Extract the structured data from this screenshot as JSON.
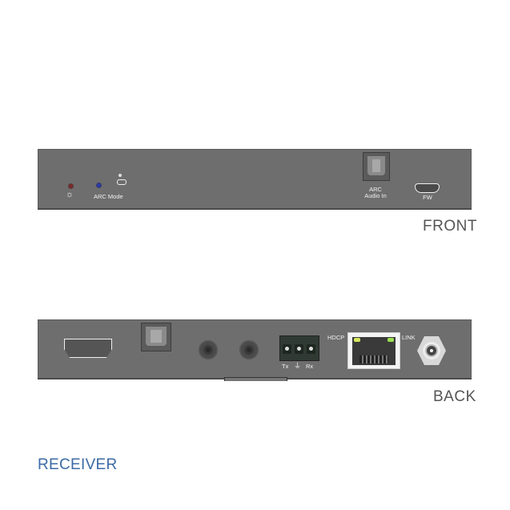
{
  "front": {
    "view_label": "FRONT",
    "power_led": {
      "icon": "sun-icon",
      "symbol": "☼",
      "color": "#7a2a2a"
    },
    "arc_mode": {
      "label": "ARC Mode",
      "led_color": "#2a3aa8",
      "button_icon": "button-icon"
    },
    "optical_port": {
      "label_line1": "ARC",
      "label_line2": "Audio In"
    },
    "fw_port": {
      "label": "FW"
    }
  },
  "back": {
    "view_label": "BACK",
    "hdmi_port": {
      "label": ""
    },
    "terminal_block": {
      "labels": [
        "Tx",
        "⏚",
        "Rx"
      ]
    },
    "rj45": {
      "left_label": "HDCP",
      "right_label": "LINK",
      "led_left_color": "#d8e860",
      "led_right_color": "#9be050"
    }
  },
  "title": "RECEIVER",
  "colors": {
    "panel": "#6e6e6e",
    "title": "#3b6aa6",
    "view_label": "#555555"
  }
}
